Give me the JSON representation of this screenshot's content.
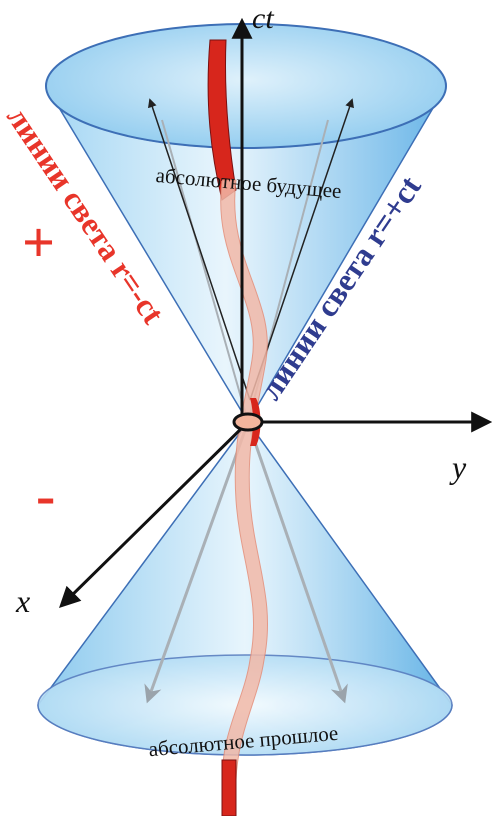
{
  "axes": {
    "ct": "ct",
    "x": "x",
    "y": "y"
  },
  "labels": {
    "future": "абсолютное будущее",
    "past": "абсолютное прошлое",
    "light_line_minus": "линии света r=-ct",
    "light_line_plus": "линии света r=+ct",
    "sign_plus": "+",
    "sign_minus": "-"
  },
  "colors": {
    "cone_blue": "#7ec3ec",
    "cone_edge": "#3d6fb6",
    "light_red": "#e8352a",
    "light_blue": "#2f3c8f",
    "worldline": "#d7261c",
    "axis": "#111111"
  }
}
